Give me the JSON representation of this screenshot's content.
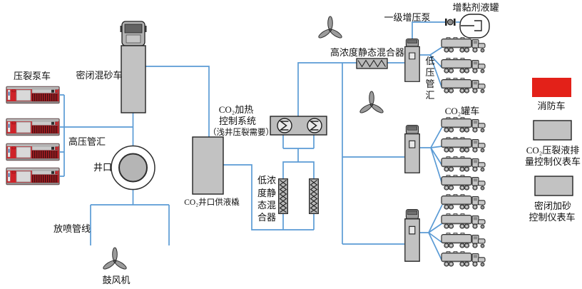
{
  "labels": {
    "frac_pump_trucks": "压裂泵车",
    "closed_sand_mixer_truck": "密闭混砂车",
    "high_pressure_manifold": "高压管汇",
    "wellhead": "井口",
    "blowdown_line": "放喷管线",
    "blower": "鼓风机",
    "co2_wellhead_supply_skid": "CO₂井口供液橇",
    "co2_heating_line1": "CO₂加热",
    "co2_heating_line2": "控制系统",
    "co2_heating_line3": "（浅井压裂需要）",
    "low_conc_mixer_lines": [
      "低浓",
      "度静",
      "态混",
      "合器"
    ],
    "high_conc_mixer": "高浓度静态混合器",
    "primary_booster_pump": "一级增压泵",
    "viscosifier_tank": "增黏剂液罐",
    "low_pressure_manifold_chars": [
      "低",
      "压",
      "管",
      "汇"
    ],
    "co2_tank_trucks": "CO₂罐车"
  },
  "legend": {
    "fire_truck": "消防车",
    "flow_control_truck_line1": "CO₂压裂液排",
    "flow_control_truck_line2": "量控制仪表车",
    "sand_control_truck_line1": "密闭加砂",
    "sand_control_truck_line2": "控制仪表车"
  },
  "colors": {
    "pipe_blue": "#5b9bd5",
    "equipment_gray": "#c2c2c2",
    "outline": "#222222",
    "fire_truck_red": "#e32119",
    "pump_truck_red": "#cf2329"
  }
}
